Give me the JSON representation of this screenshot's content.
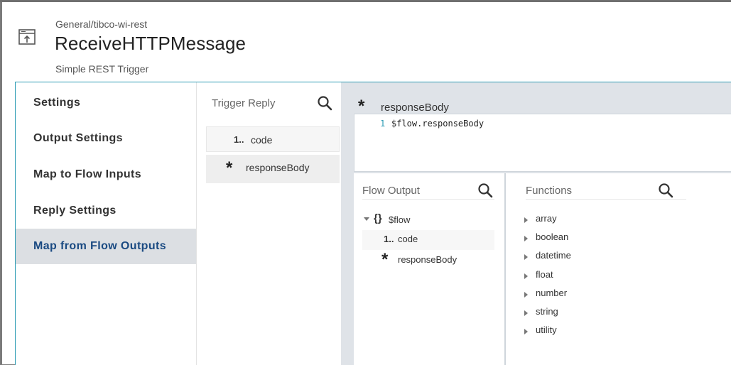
{
  "header": {
    "breadcrumb": "General/tibco-wi-rest",
    "title": "ReceiveHTTPMessage",
    "subtitle": "Simple REST Trigger",
    "icon": "trigger-icon"
  },
  "nav": {
    "items": [
      {
        "label": "Settings"
      },
      {
        "label": "Output Settings"
      },
      {
        "label": "Map to Flow Inputs"
      },
      {
        "label": "Reply Settings"
      },
      {
        "label": "Map from Flow Outputs",
        "active": true
      }
    ]
  },
  "trigger_reply": {
    "header": "Trigger Reply",
    "rows": [
      {
        "type_badge": "1..",
        "label": "code"
      },
      {
        "type_badge": "*",
        "label": "responseBody"
      }
    ]
  },
  "editor": {
    "field_name": "responseBody",
    "required_marker": "*",
    "line_number": "1",
    "code": "$flow.responseBody"
  },
  "flow_output": {
    "header": "Flow Output",
    "root_badge": "{}",
    "root_label": "$flow",
    "children": [
      {
        "type_badge": "1..",
        "label": "code"
      },
      {
        "type_badge": "*",
        "label": "responseBody"
      }
    ]
  },
  "functions": {
    "header": "Functions",
    "items": [
      "array",
      "boolean",
      "datetime",
      "float",
      "number",
      "string",
      "utility"
    ]
  },
  "colors": {
    "accent_border": "#2b9bb3",
    "active_nav_bg": "#dcdfe3",
    "active_nav_text": "#1a4a82"
  }
}
